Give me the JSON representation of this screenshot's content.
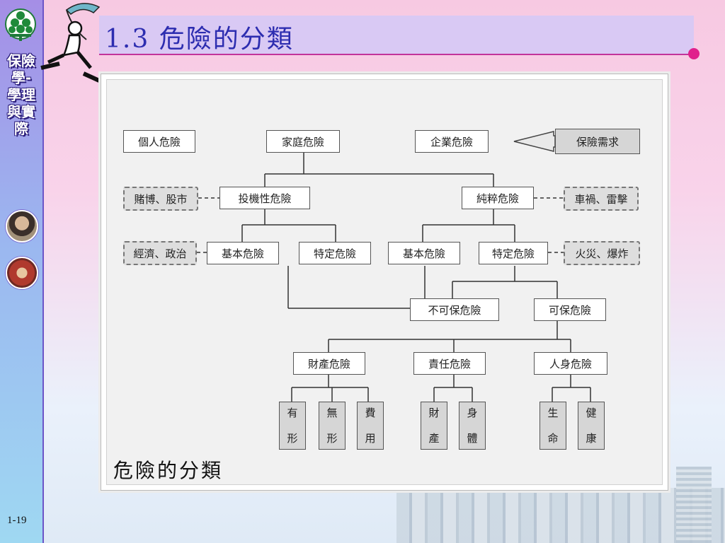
{
  "sidebar": {
    "vertical_title": "保險學-學理與實際",
    "page_number": "1-19"
  },
  "slide": {
    "title": "1.3  危險的分類"
  },
  "diagram": {
    "caption": "危險的分類",
    "nodes": {
      "personal": "個人危險",
      "family": "家庭危險",
      "enterprise": "企業危險",
      "insurance_demand": "保險需求",
      "gambling": "賭博、股市",
      "speculative": "投機性危險",
      "pure": "純粹危險",
      "accident": "車禍、雷擊",
      "economy": "經濟、政治",
      "spec_fundamental": "基本危險",
      "spec_particular": "特定危險",
      "pure_fundamental": "基本危險",
      "pure_particular": "特定危險",
      "fire": "火災、爆炸",
      "uninsurable": "不可保危險",
      "insurable": "可保危險",
      "property": "財產危險",
      "liability": "責任危險",
      "personal_life": "人身危險"
    },
    "leaves": {
      "tangible": [
        "有",
        "形"
      ],
      "intangible": [
        "無",
        "形"
      ],
      "expense": [
        "費",
        "用"
      ],
      "property_l": [
        "財",
        "產"
      ],
      "body": [
        "身",
        "體"
      ],
      "life": [
        "生",
        "命"
      ],
      "health": [
        "健",
        "康"
      ]
    }
  }
}
